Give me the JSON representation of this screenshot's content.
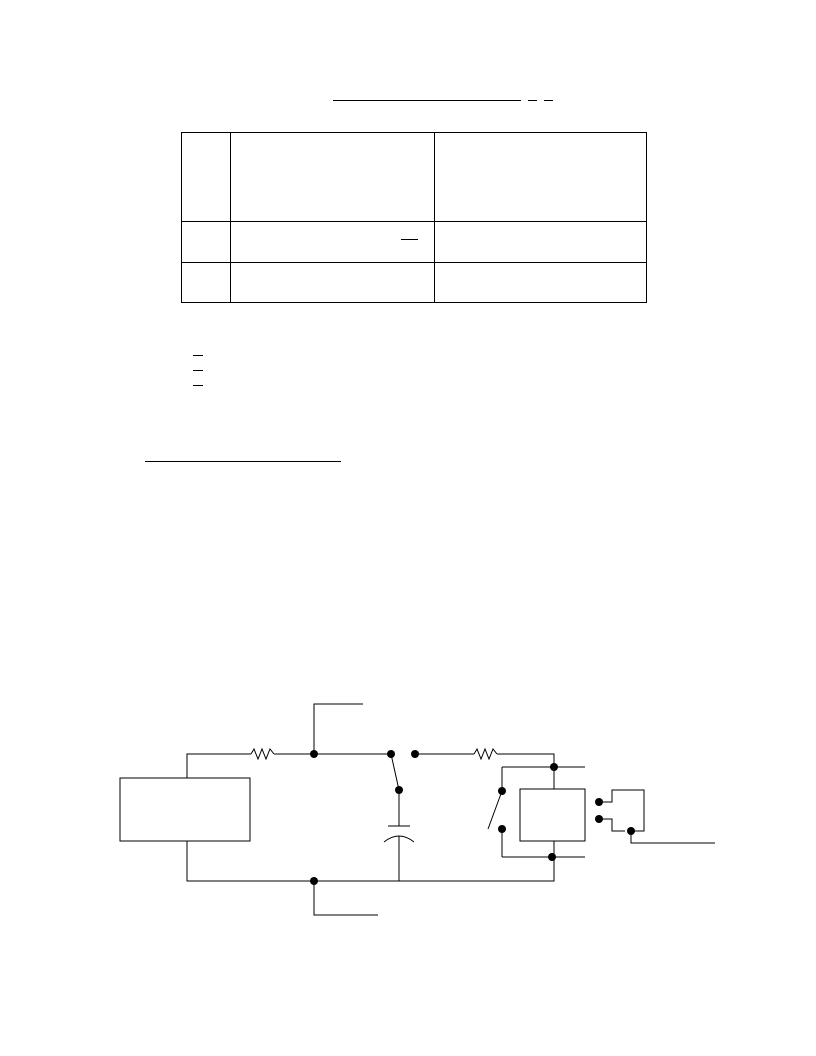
{
  "page": {
    "background": "#ffffff",
    "ink": "#000000"
  },
  "heading": {
    "text": "",
    "overline_marks": 2
  },
  "table": {
    "rows": [
      {
        "col1": "",
        "col2": "",
        "col3": ""
      },
      {
        "col1": "",
        "col2": "",
        "col3": ""
      },
      {
        "col1": "",
        "col2": "",
        "col3": ""
      }
    ]
  },
  "notes": {
    "items": [
      "",
      "",
      ""
    ]
  },
  "section_title": {
    "text": ""
  },
  "circuit": {
    "components": [
      "source-block",
      "resistor-1",
      "resistor-2",
      "switch-1",
      "switch-2",
      "capacitor",
      "relay-block",
      "connector-terminals"
    ],
    "labels": {
      "top_lead": "",
      "bottom_lead": "",
      "output_lead": ""
    }
  }
}
